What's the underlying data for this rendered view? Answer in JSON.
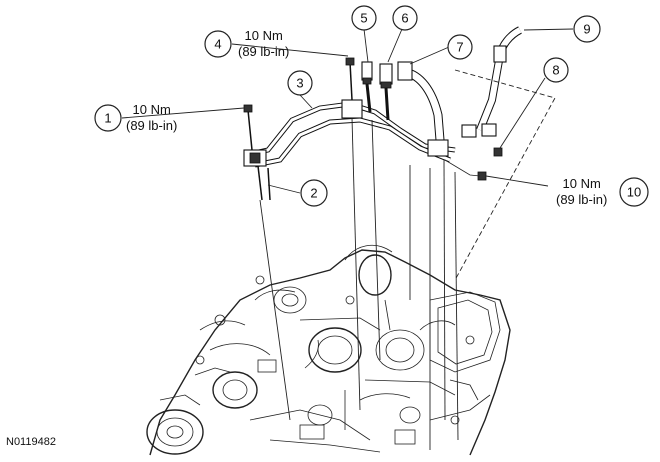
{
  "figure_id": "N0119482",
  "callouts": [
    {
      "number": "1",
      "torque_nm": "10 Nm",
      "torque_lbin": "(89 lb-in)"
    },
    {
      "number": "2"
    },
    {
      "number": "3"
    },
    {
      "number": "4",
      "torque_nm": "10 Nm",
      "torque_lbin": "(89 lb-in)"
    },
    {
      "number": "5"
    },
    {
      "number": "6"
    },
    {
      "number": "7"
    },
    {
      "number": "8"
    },
    {
      "number": "9"
    },
    {
      "number": "10",
      "torque_nm": "10 Nm",
      "torque_lbin": "(89 lb-in)"
    }
  ]
}
